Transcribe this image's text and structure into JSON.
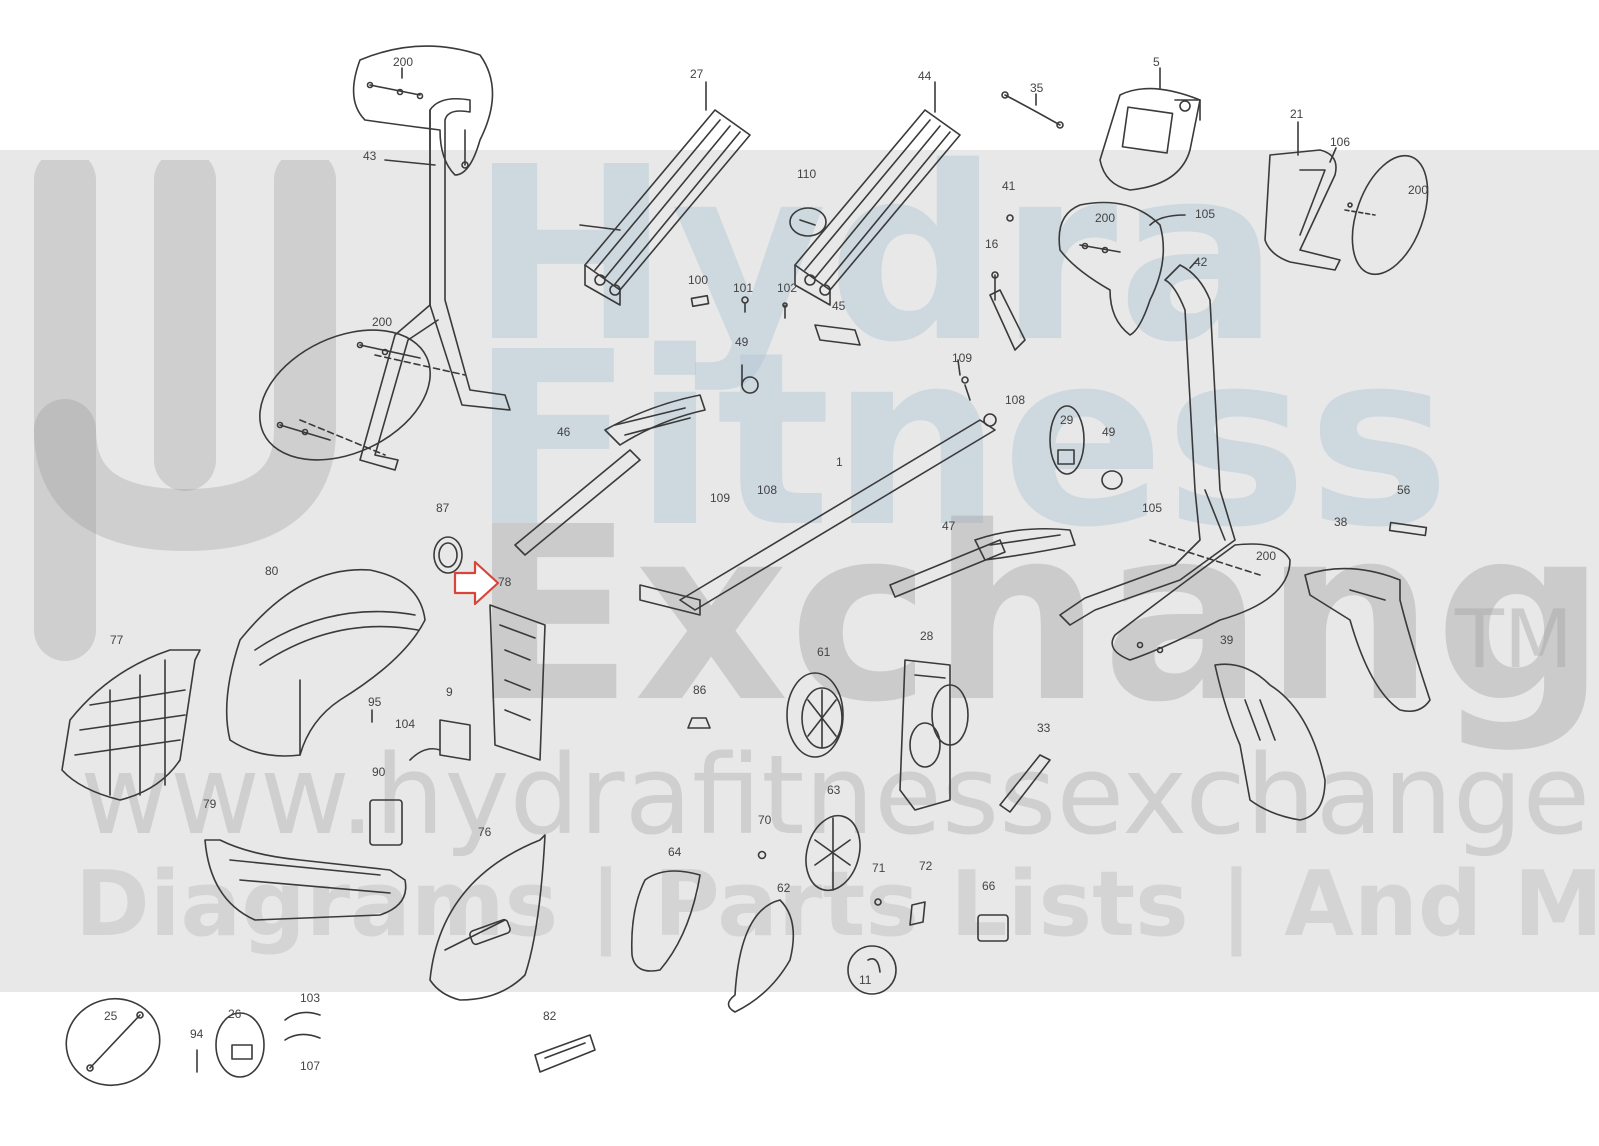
{
  "watermark": {
    "brand_line1": "Hydra",
    "brand_line2": "Fitness",
    "brand_line3": "Exchange",
    "trademark": "TM",
    "url": "www.hydrafitnessexchange.com",
    "tagline": "Diagrams | Parts Lists | And More"
  },
  "colors": {
    "line": "#3a3a3a",
    "arrow": "#d9443a",
    "band": "#c8c8c8"
  },
  "parts": [
    {
      "id": "p200a",
      "label": "200"
    },
    {
      "id": "p43",
      "label": "43"
    },
    {
      "id": "p200b",
      "label": "200"
    },
    {
      "id": "p27",
      "label": "27"
    },
    {
      "id": "p44",
      "label": "44"
    },
    {
      "id": "p35",
      "label": "35"
    },
    {
      "id": "p5",
      "label": "5"
    },
    {
      "id": "p21",
      "label": "21"
    },
    {
      "id": "p106",
      "label": "106"
    },
    {
      "id": "p200c",
      "label": "200"
    },
    {
      "id": "p110",
      "label": "110"
    },
    {
      "id": "p41",
      "label": "41"
    },
    {
      "id": "p200d",
      "label": "200"
    },
    {
      "id": "p105a",
      "label": "105"
    },
    {
      "id": "p16",
      "label": "16"
    },
    {
      "id": "p42",
      "label": "42"
    },
    {
      "id": "p100",
      "label": "100"
    },
    {
      "id": "p101",
      "label": "101"
    },
    {
      "id": "p102",
      "label": "102"
    },
    {
      "id": "p45",
      "label": "45"
    },
    {
      "id": "p49a",
      "label": "49"
    },
    {
      "id": "p109a",
      "label": "109"
    },
    {
      "id": "p108a",
      "label": "108"
    },
    {
      "id": "p46",
      "label": "46"
    },
    {
      "id": "p29",
      "label": "29"
    },
    {
      "id": "p49b",
      "label": "49"
    },
    {
      "id": "p1",
      "label": "1"
    },
    {
      "id": "p87",
      "label": "87"
    },
    {
      "id": "p109b",
      "label": "109"
    },
    {
      "id": "p108b",
      "label": "108"
    },
    {
      "id": "p105b",
      "label": "105"
    },
    {
      "id": "p56",
      "label": "56"
    },
    {
      "id": "p47",
      "label": "47"
    },
    {
      "id": "p38",
      "label": "38"
    },
    {
      "id": "p200e",
      "label": "200"
    },
    {
      "id": "p80",
      "label": "80"
    },
    {
      "id": "p78",
      "label": "78"
    },
    {
      "id": "p77",
      "label": "77"
    },
    {
      "id": "p61",
      "label": "61"
    },
    {
      "id": "p28",
      "label": "28"
    },
    {
      "id": "p39",
      "label": "39"
    },
    {
      "id": "p86",
      "label": "86"
    },
    {
      "id": "p95",
      "label": "95"
    },
    {
      "id": "p9",
      "label": "9"
    },
    {
      "id": "p104",
      "label": "104"
    },
    {
      "id": "p33",
      "label": "33"
    },
    {
      "id": "p90",
      "label": "90"
    },
    {
      "id": "p79",
      "label": "79"
    },
    {
      "id": "p63",
      "label": "63"
    },
    {
      "id": "p70",
      "label": "70"
    },
    {
      "id": "p76",
      "label": "76"
    },
    {
      "id": "p64",
      "label": "64"
    },
    {
      "id": "p71",
      "label": "71"
    },
    {
      "id": "p72",
      "label": "72"
    },
    {
      "id": "p62",
      "label": "62"
    },
    {
      "id": "p66",
      "label": "66"
    },
    {
      "id": "p11",
      "label": "11"
    },
    {
      "id": "p103",
      "label": "103"
    },
    {
      "id": "p25",
      "label": "25"
    },
    {
      "id": "p94",
      "label": "94"
    },
    {
      "id": "p26",
      "label": "26"
    },
    {
      "id": "p82",
      "label": "82"
    },
    {
      "id": "p107",
      "label": "107"
    }
  ]
}
